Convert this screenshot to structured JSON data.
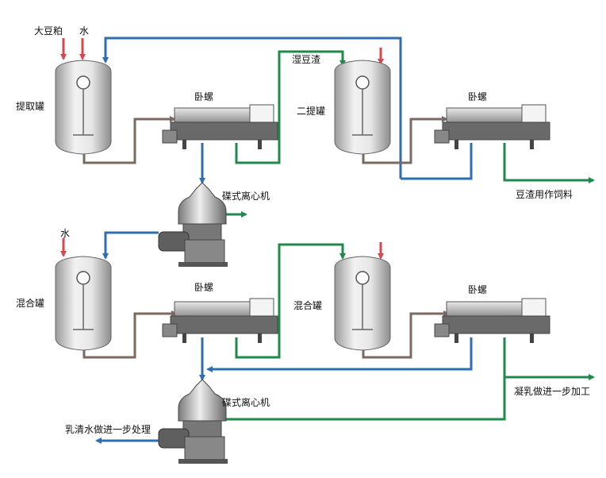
{
  "labels": {
    "soybean_meal": "大豆粕",
    "water_top": "水",
    "extraction_tank": "提取罐",
    "decanter_1": "卧螺",
    "wet_okara": "湿豆渣",
    "second_extraction_tank": "二提罐",
    "decanter_2": "卧螺",
    "okara_feed": "豆渣用作饲料",
    "disc_centrifuge_1": "碟式离心机",
    "water_mid": "水",
    "mixing_tank_1": "混合罐",
    "decanter_3": "卧螺",
    "mixing_tank_2": "混合罐",
    "decanter_4": "卧螺",
    "curd_processing": "凝乳做进一步加工",
    "disc_centrifuge_2": "碟式离心机",
    "whey_processing": "乳清水做进一步处理"
  },
  "colors": {
    "blue": "#2f6db3",
    "green": "#1f8a4c",
    "brown": "#7a6a62",
    "feed_red": "#d9474f",
    "tank_body": "#cfcfcf",
    "machine_dark": "#555555"
  }
}
